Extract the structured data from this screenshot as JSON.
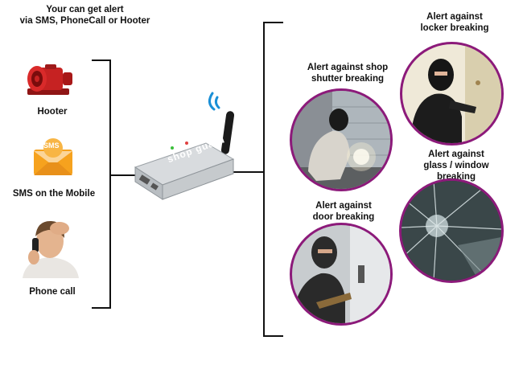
{
  "header": {
    "line1": "Your can get alert",
    "line2": "via SMS, PhoneCall or Hooter"
  },
  "alert_methods": [
    {
      "icon": "siren-icon",
      "label": "Hooter"
    },
    {
      "icon": "sms-envelope-icon",
      "label": "SMS on the Mobile",
      "icon_text": "SMS"
    },
    {
      "icon": "person-on-phone-icon",
      "label": "Phone call"
    }
  ],
  "device": {
    "brand_text": "shop guard"
  },
  "alerts": [
    {
      "line1": "Alert against",
      "line2": "locker breaking"
    },
    {
      "line1": "Alert against shop",
      "line2": "shutter breaking"
    },
    {
      "line1": "Alert against",
      "line2": "glass / window",
      "line3": "breaking"
    },
    {
      "line1": "Alert against",
      "line2": "door breaking"
    }
  ],
  "colors": {
    "circle_border": "#8c1a7a",
    "signal": "#1a8fd6",
    "line": "#111111"
  }
}
